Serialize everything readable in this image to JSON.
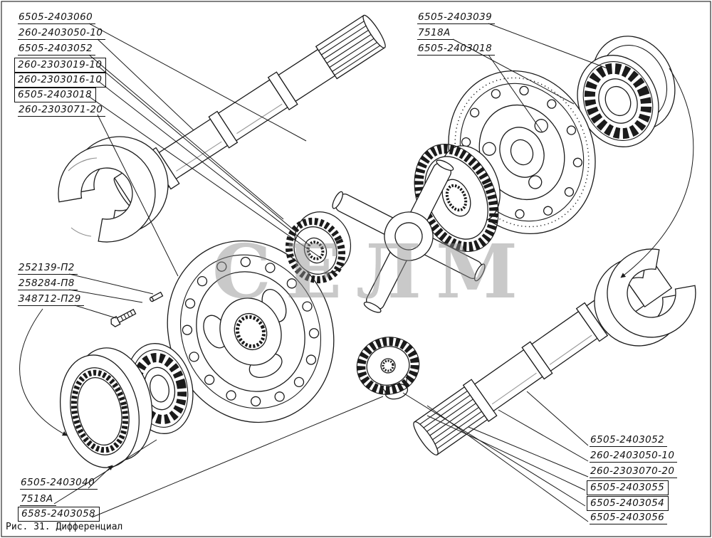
{
  "page": {
    "caption": "Рис. 31. Дифференциал",
    "watermark": "СЕЛМ",
    "ink_color": "#1b1b1b",
    "paper_color": "#ffffff"
  },
  "labels": {
    "top_left": [
      {
        "text": "6505-2403060",
        "boxed": false
      },
      {
        "text": "260-2403050-10",
        "boxed": false
      },
      {
        "text": "6505-2403052",
        "boxed": false
      },
      {
        "text": "260-2303019-10",
        "boxed": true
      },
      {
        "text": "260-2303016-10",
        "boxed": true
      },
      {
        "text": "6505-2403018",
        "boxed": true
      },
      {
        "text": "260-2303071-20",
        "boxed": false
      }
    ],
    "top_right": [
      {
        "text": "6505-2403039",
        "boxed": false
      },
      {
        "text": "7518A",
        "boxed": false
      },
      {
        "text": "6505-2403018",
        "boxed": false
      }
    ],
    "mid_left": [
      {
        "text": "252139-П2",
        "boxed": false
      },
      {
        "text": "258284-П8",
        "boxed": false
      },
      {
        "text": "348712-П29",
        "boxed": false
      }
    ],
    "bottom_left": [
      {
        "text": "6505-2403040",
        "boxed": false
      },
      {
        "text": "7518A",
        "boxed": false
      },
      {
        "text": "6585-2403058",
        "boxed": true
      }
    ],
    "bottom_right": [
      {
        "text": "6505-2403052",
        "boxed": false
      },
      {
        "text": "260-2403050-10",
        "boxed": false
      },
      {
        "text": "260-2303070-20",
        "boxed": false
      },
      {
        "text": "6505-2403055",
        "boxed": true
      },
      {
        "text": "6505-2403054",
        "boxed": true
      },
      {
        "text": "6505-2403056",
        "boxed": false
      }
    ]
  }
}
